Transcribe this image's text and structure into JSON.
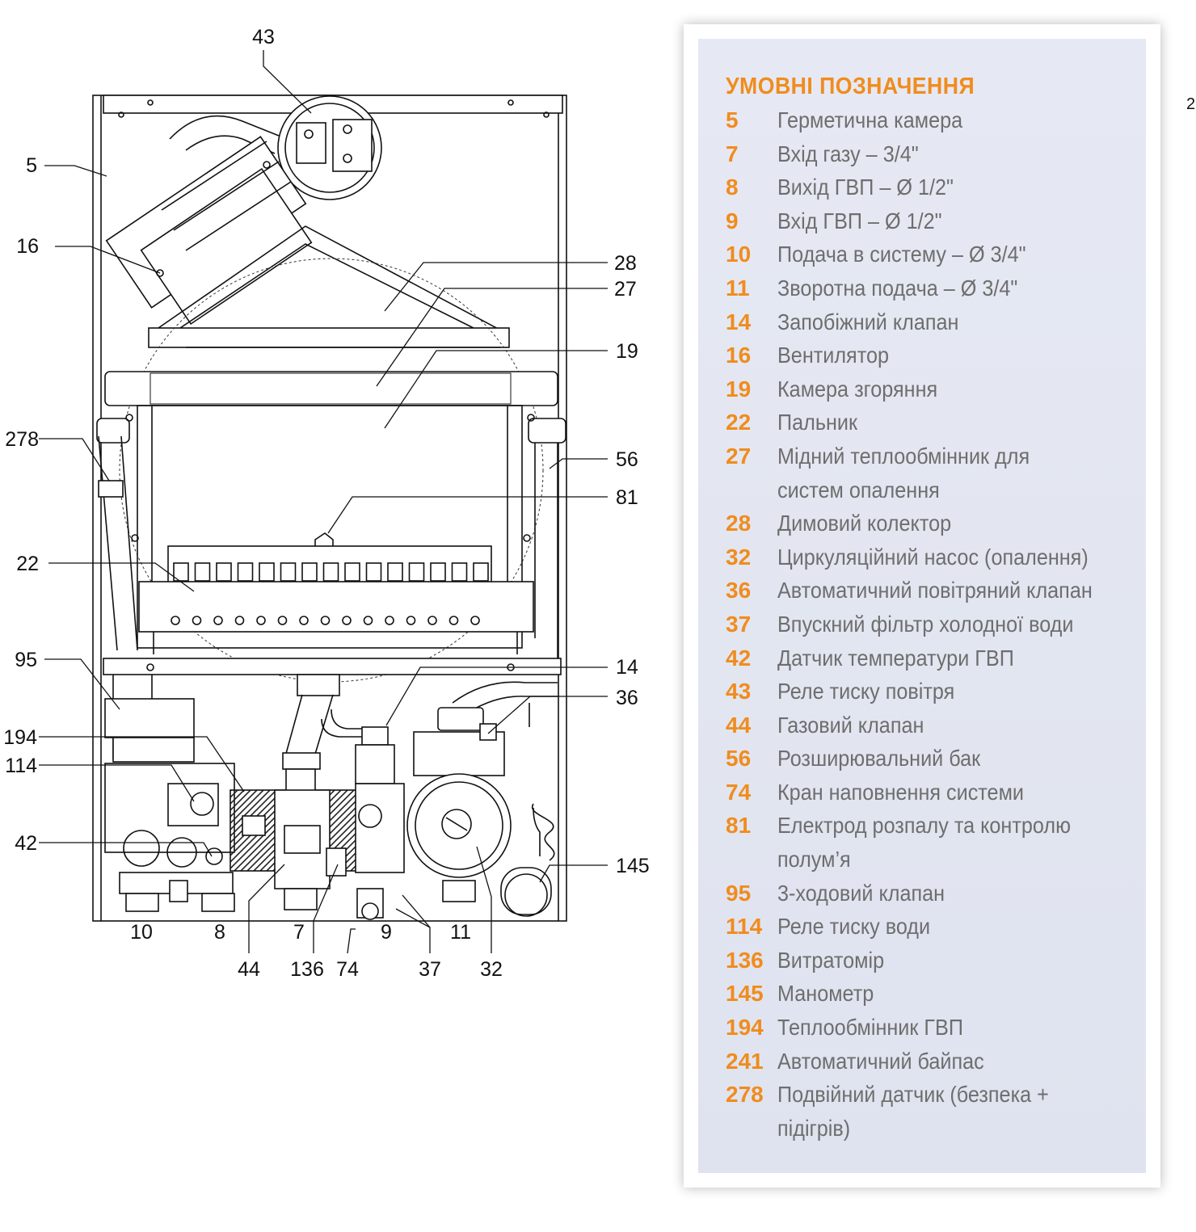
{
  "callouts": {
    "c43": "43",
    "c5": "5",
    "c16": "16",
    "c28": "28",
    "c27": "27",
    "c19": "19",
    "c278": "278",
    "c56": "56",
    "c81": "81",
    "c22": "22",
    "c95": "95",
    "c14": "14",
    "c36": "36",
    "c194": "194",
    "c114": "114",
    "c42": "42",
    "c145": "145",
    "c10": "10",
    "c8": "8",
    "c7": "7",
    "c9": "9",
    "c11": "11",
    "c44": "44",
    "c136": "136",
    "c74": "74",
    "c37": "37",
    "c32": "32"
  },
  "edge_mark": "2",
  "legend": {
    "title": "УМОВНІ ПОЗНАЧЕННЯ",
    "items": [
      {
        "num": "5",
        "text": "Герметична камера"
      },
      {
        "num": "7",
        "text": "Вхід газу – 3/4\""
      },
      {
        "num": "8",
        "text": "Вихід ГВП – Ø 1/2\""
      },
      {
        "num": "9",
        "text": "Вхід ГВП – Ø 1/2\""
      },
      {
        "num": "10",
        "text": "Подача в систему – Ø 3/4\""
      },
      {
        "num": "11",
        "text": "Зворотна подача – Ø 3/4\""
      },
      {
        "num": "14",
        "text": "Запобіжний клапан"
      },
      {
        "num": "16",
        "text": "Вентилятор"
      },
      {
        "num": "19",
        "text": "Камера згоряння"
      },
      {
        "num": "22",
        "text": "Пальник"
      },
      {
        "num": "27",
        "text": "Мідний теплообмінник для систем опалення"
      },
      {
        "num": "28",
        "text": "Димовий колектор"
      },
      {
        "num": "32",
        "text": "Циркуляційний насос (опалення)"
      },
      {
        "num": "36",
        "text": "Автоматичний повітряний клапан"
      },
      {
        "num": "37",
        "text": "Впускний фільтр холодної води"
      },
      {
        "num": "42",
        "text": "Датчик температури ГВП"
      },
      {
        "num": "43",
        "text": "Реле тиску повітря"
      },
      {
        "num": "44",
        "text": "Газовий клапан"
      },
      {
        "num": "56",
        "text": "Розширювальний бак"
      },
      {
        "num": "74",
        "text": "Кран наповнення системи"
      },
      {
        "num": "81",
        "text": "Електрод розпалу та контролю полум’я"
      },
      {
        "num": "95",
        "text": "3-ходовий клапан"
      },
      {
        "num": "114",
        "text": "Реле тиску води"
      },
      {
        "num": "136",
        "text": "Витратомір"
      },
      {
        "num": "145",
        "text": "Манометр"
      },
      {
        "num": "194",
        "text": "Теплообмінник ГВП"
      },
      {
        "num": "241",
        "text": "Автоматичний байпас"
      },
      {
        "num": "278",
        "text": "Подвійний датчик (безпека + підігрів)"
      }
    ]
  },
  "colors": {
    "accent": "#f08c1e",
    "legend_text": "#6e6e6e",
    "panel": "#e3e6f0"
  }
}
